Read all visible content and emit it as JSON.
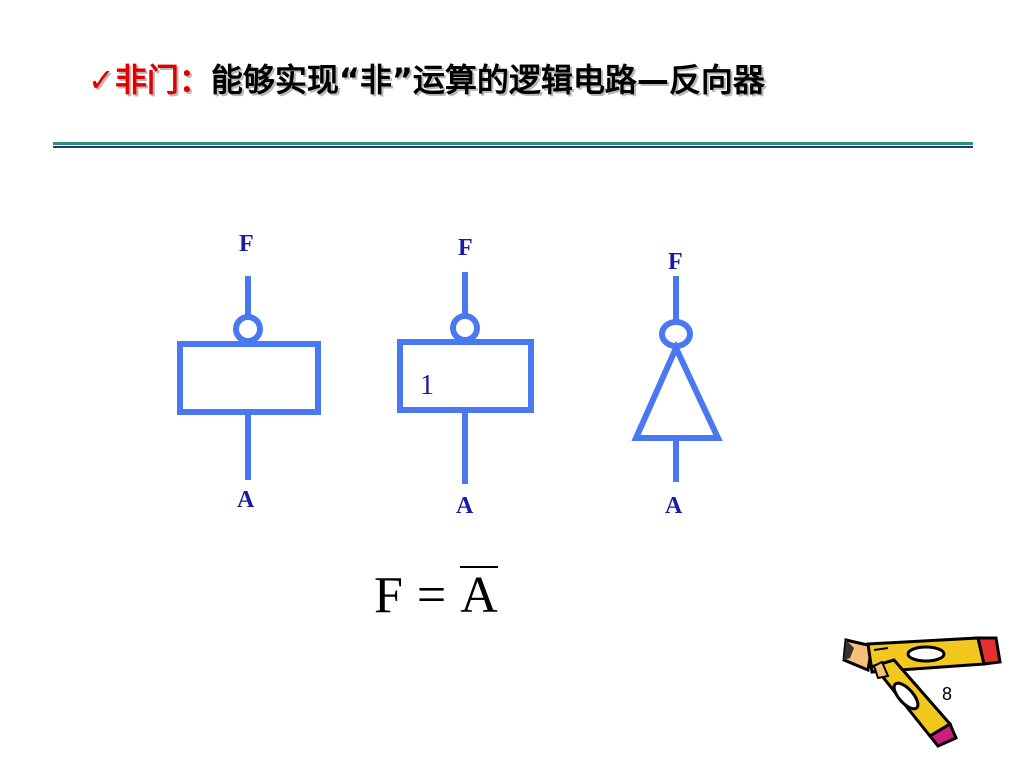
{
  "title": {
    "checkmark": "✓",
    "label": "非门：",
    "text": "能够实现“非”运算的逻辑电路—反向器"
  },
  "gates": {
    "gate1": {
      "output_label": "F",
      "input_label": "A"
    },
    "gate2": {
      "output_label": "F",
      "input_label": "A",
      "symbol": "1"
    },
    "gate3": {
      "output_label": "F",
      "input_label": "A"
    }
  },
  "formula": {
    "lhs": "F",
    "eq": "=",
    "rhs": "A"
  },
  "page_number": "8",
  "colors": {
    "gate_stroke": "#4a78f0",
    "label": "#1a1aa8",
    "title_accent": "#e00000"
  }
}
